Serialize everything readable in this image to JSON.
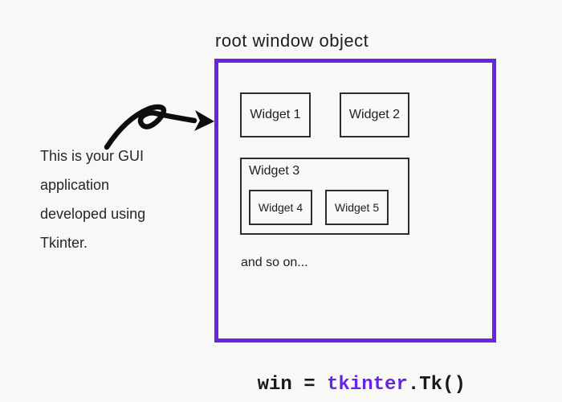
{
  "page": {
    "background": "#f8f8f7",
    "accent_purple": "#6923e2",
    "ink": "#222222",
    "widget_border": "#2d2d2d"
  },
  "title": "root window object",
  "annotation": {
    "lines": {
      "0": "This is your GUI",
      "1": "application",
      "2": "developed using",
      "3": "Tkinter."
    }
  },
  "root_window": {
    "widgets_row": {
      "0": {
        "label": "Widget 1"
      },
      "1": {
        "label": "Widget 2"
      }
    },
    "container": {
      "label": "Widget 3",
      "children": {
        "0": {
          "label": "Widget 4"
        },
        "1": {
          "label": "Widget 5"
        }
      }
    },
    "more_text": "and so on..."
  },
  "code": {
    "prefix": "win = ",
    "module": "tkinter",
    "suffix": ".Tk()"
  }
}
